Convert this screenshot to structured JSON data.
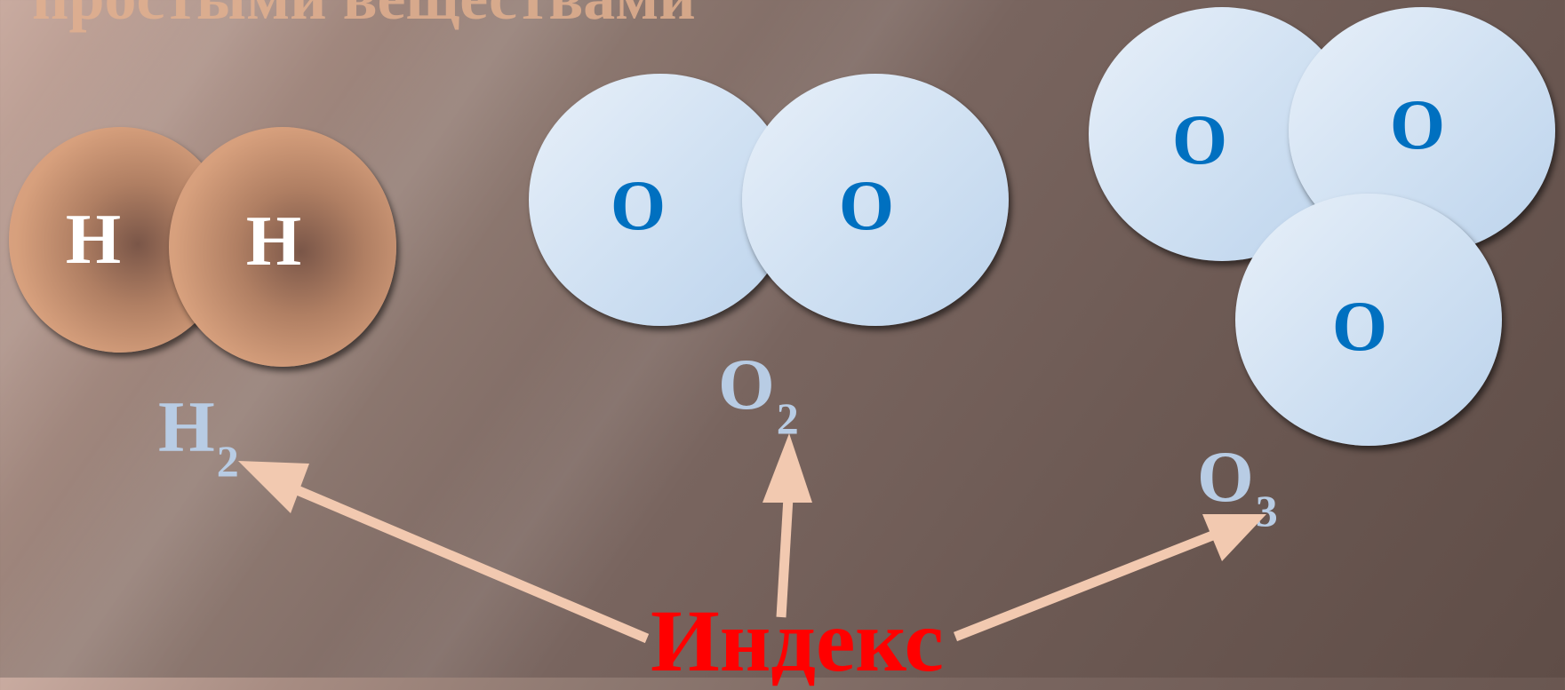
{
  "title": "простыми веществами",
  "molecules": {
    "hydrogen": {
      "atom_label": "H",
      "formula": "H",
      "subscript": "2"
    },
    "oxygen": {
      "atom_label": "O",
      "formula": "O",
      "subscript": "2"
    },
    "ozone": {
      "atom_label": "O",
      "formula": "O",
      "subscript": "3"
    }
  },
  "index_label": "Индекс",
  "colors": {
    "title": "#e2b08f",
    "hydrogen_atom": "#d7a07d",
    "oxygen_atom": "#cfe0f2",
    "oxygen_letter": "#0070c0",
    "formula": "#b8cce4",
    "index_label": "#ff0000",
    "arrow": "#f2c9b0"
  }
}
